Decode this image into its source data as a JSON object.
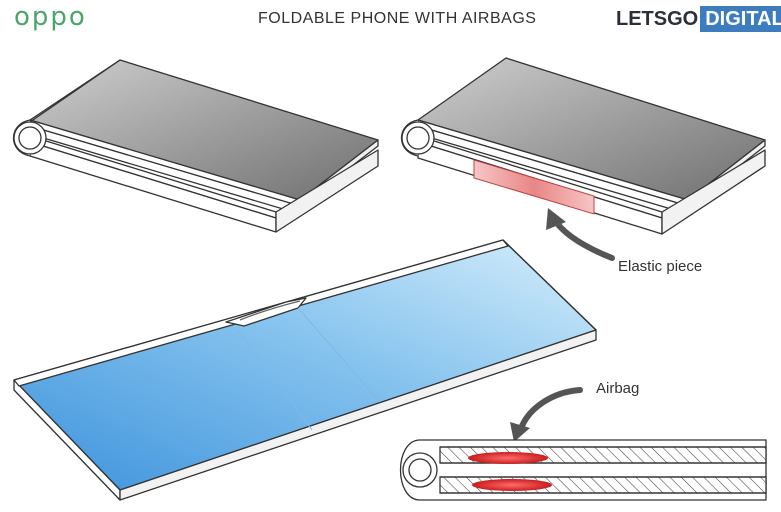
{
  "header": {
    "brand": "oppo",
    "title": "FOLDABLE PHONE WITH AIRBAGS",
    "logo_part_1": "LETSGO",
    "logo_part_2": "DIGITAL"
  },
  "callouts": {
    "elastic_piece": "Elastic piece",
    "airbag": "Airbag"
  },
  "colors": {
    "brand_green": "#4aa66a",
    "logo_blue": "#3e7cc0",
    "screen_blue": "#3f9ae0",
    "airbag_red": "#e23a3a"
  }
}
